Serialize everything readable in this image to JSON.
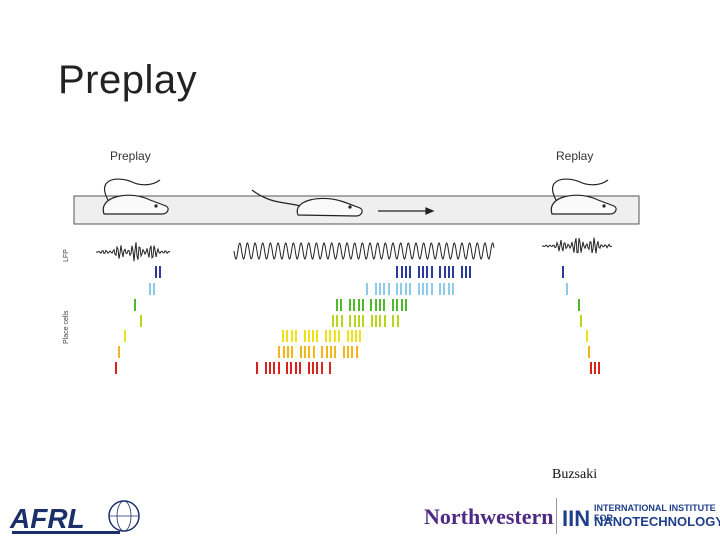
{
  "slide": {
    "title": "Preplay"
  },
  "figure": {
    "panel_left_label": "Preplay",
    "panel_right_label": "Replay",
    "lfp_axis_label": "LFP",
    "cells_axis_label": "Place cells",
    "spike_colors": [
      "#2b3a9c",
      "#8ecbea",
      "#4fb82c",
      "#b6d61e",
      "#f0e21a",
      "#f3b51a",
      "#d9231d"
    ]
  },
  "credit": {
    "text": "Buzsaki"
  },
  "footer": {
    "afrl_logo_text": "AFRL",
    "northwestern_text": "Northwestern",
    "iin_mark": "IIN",
    "iin_line1": "INTERNATIONAL INSTITUTE FOR",
    "iin_line2": "NANOTECHNOLOGY"
  }
}
